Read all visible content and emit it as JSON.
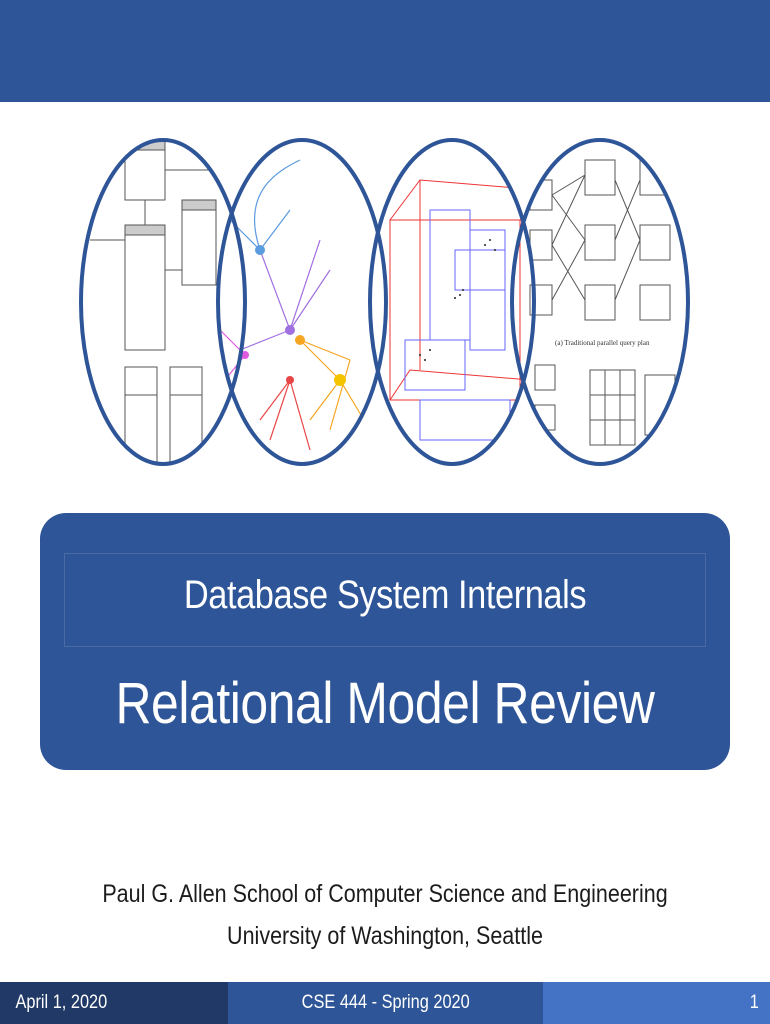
{
  "slide": {
    "title": "Database System Internals",
    "subtitle": "Relational Model Review",
    "affiliation_line1": "Paul G. Allen School of Computer Science and Engineering",
    "affiliation_line2": "University of Washington, Seattle"
  },
  "collage": {
    "images": [
      "er-diagram",
      "network-graph",
      "3d-scatter-boxes",
      "parallel-query-plan"
    ],
    "caption_visible": "(a) Traditional parallel query plan",
    "accent": "#2e5597"
  },
  "footer": {
    "date": "April 1, 2020",
    "course": "CSE 444 - Spring 2020",
    "page_number": "1"
  },
  "colors": {
    "primary": "#2e5597",
    "dark": "#213966",
    "light": "#4472c4"
  }
}
